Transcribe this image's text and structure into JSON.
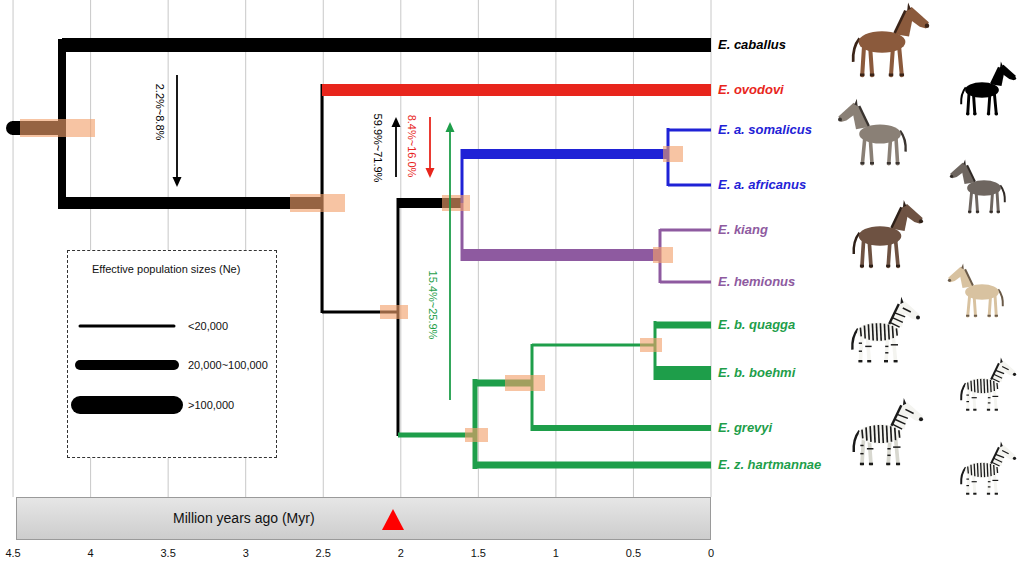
{
  "diagram": {
    "nodes": [
      {
        "text": [
          "Effective population sizes (Ne)"
        ]
      },
      {
        "text": [
          "Million years ago (Myr)"
        ]
      }
    ],
    "labels": [
      "E. caballus",
      "E. ovodovi",
      "E. a. somalicus",
      "E. a. africanus",
      "E. kiang",
      "E. hemionus",
      "E. b. quagga",
      "E. b. boehmi",
      "E. grevyi",
      "E. z. hartmannae",
      "2.2%~8.8%",
      "59.9%~71.9%",
      "8.4%~16.0%",
      "15.4%~25.9%",
      "4.5",
      "4",
      "3.5",
      "3",
      "2.5",
      "2",
      "1.5",
      "1",
      "0.5",
      "0"
    ],
    "legend": [
      {
        "text": "<20,000"
      },
      {
        "text": "20,000~100,000"
      },
      {
        "text": ">100,000"
      }
    ]
  }
}
